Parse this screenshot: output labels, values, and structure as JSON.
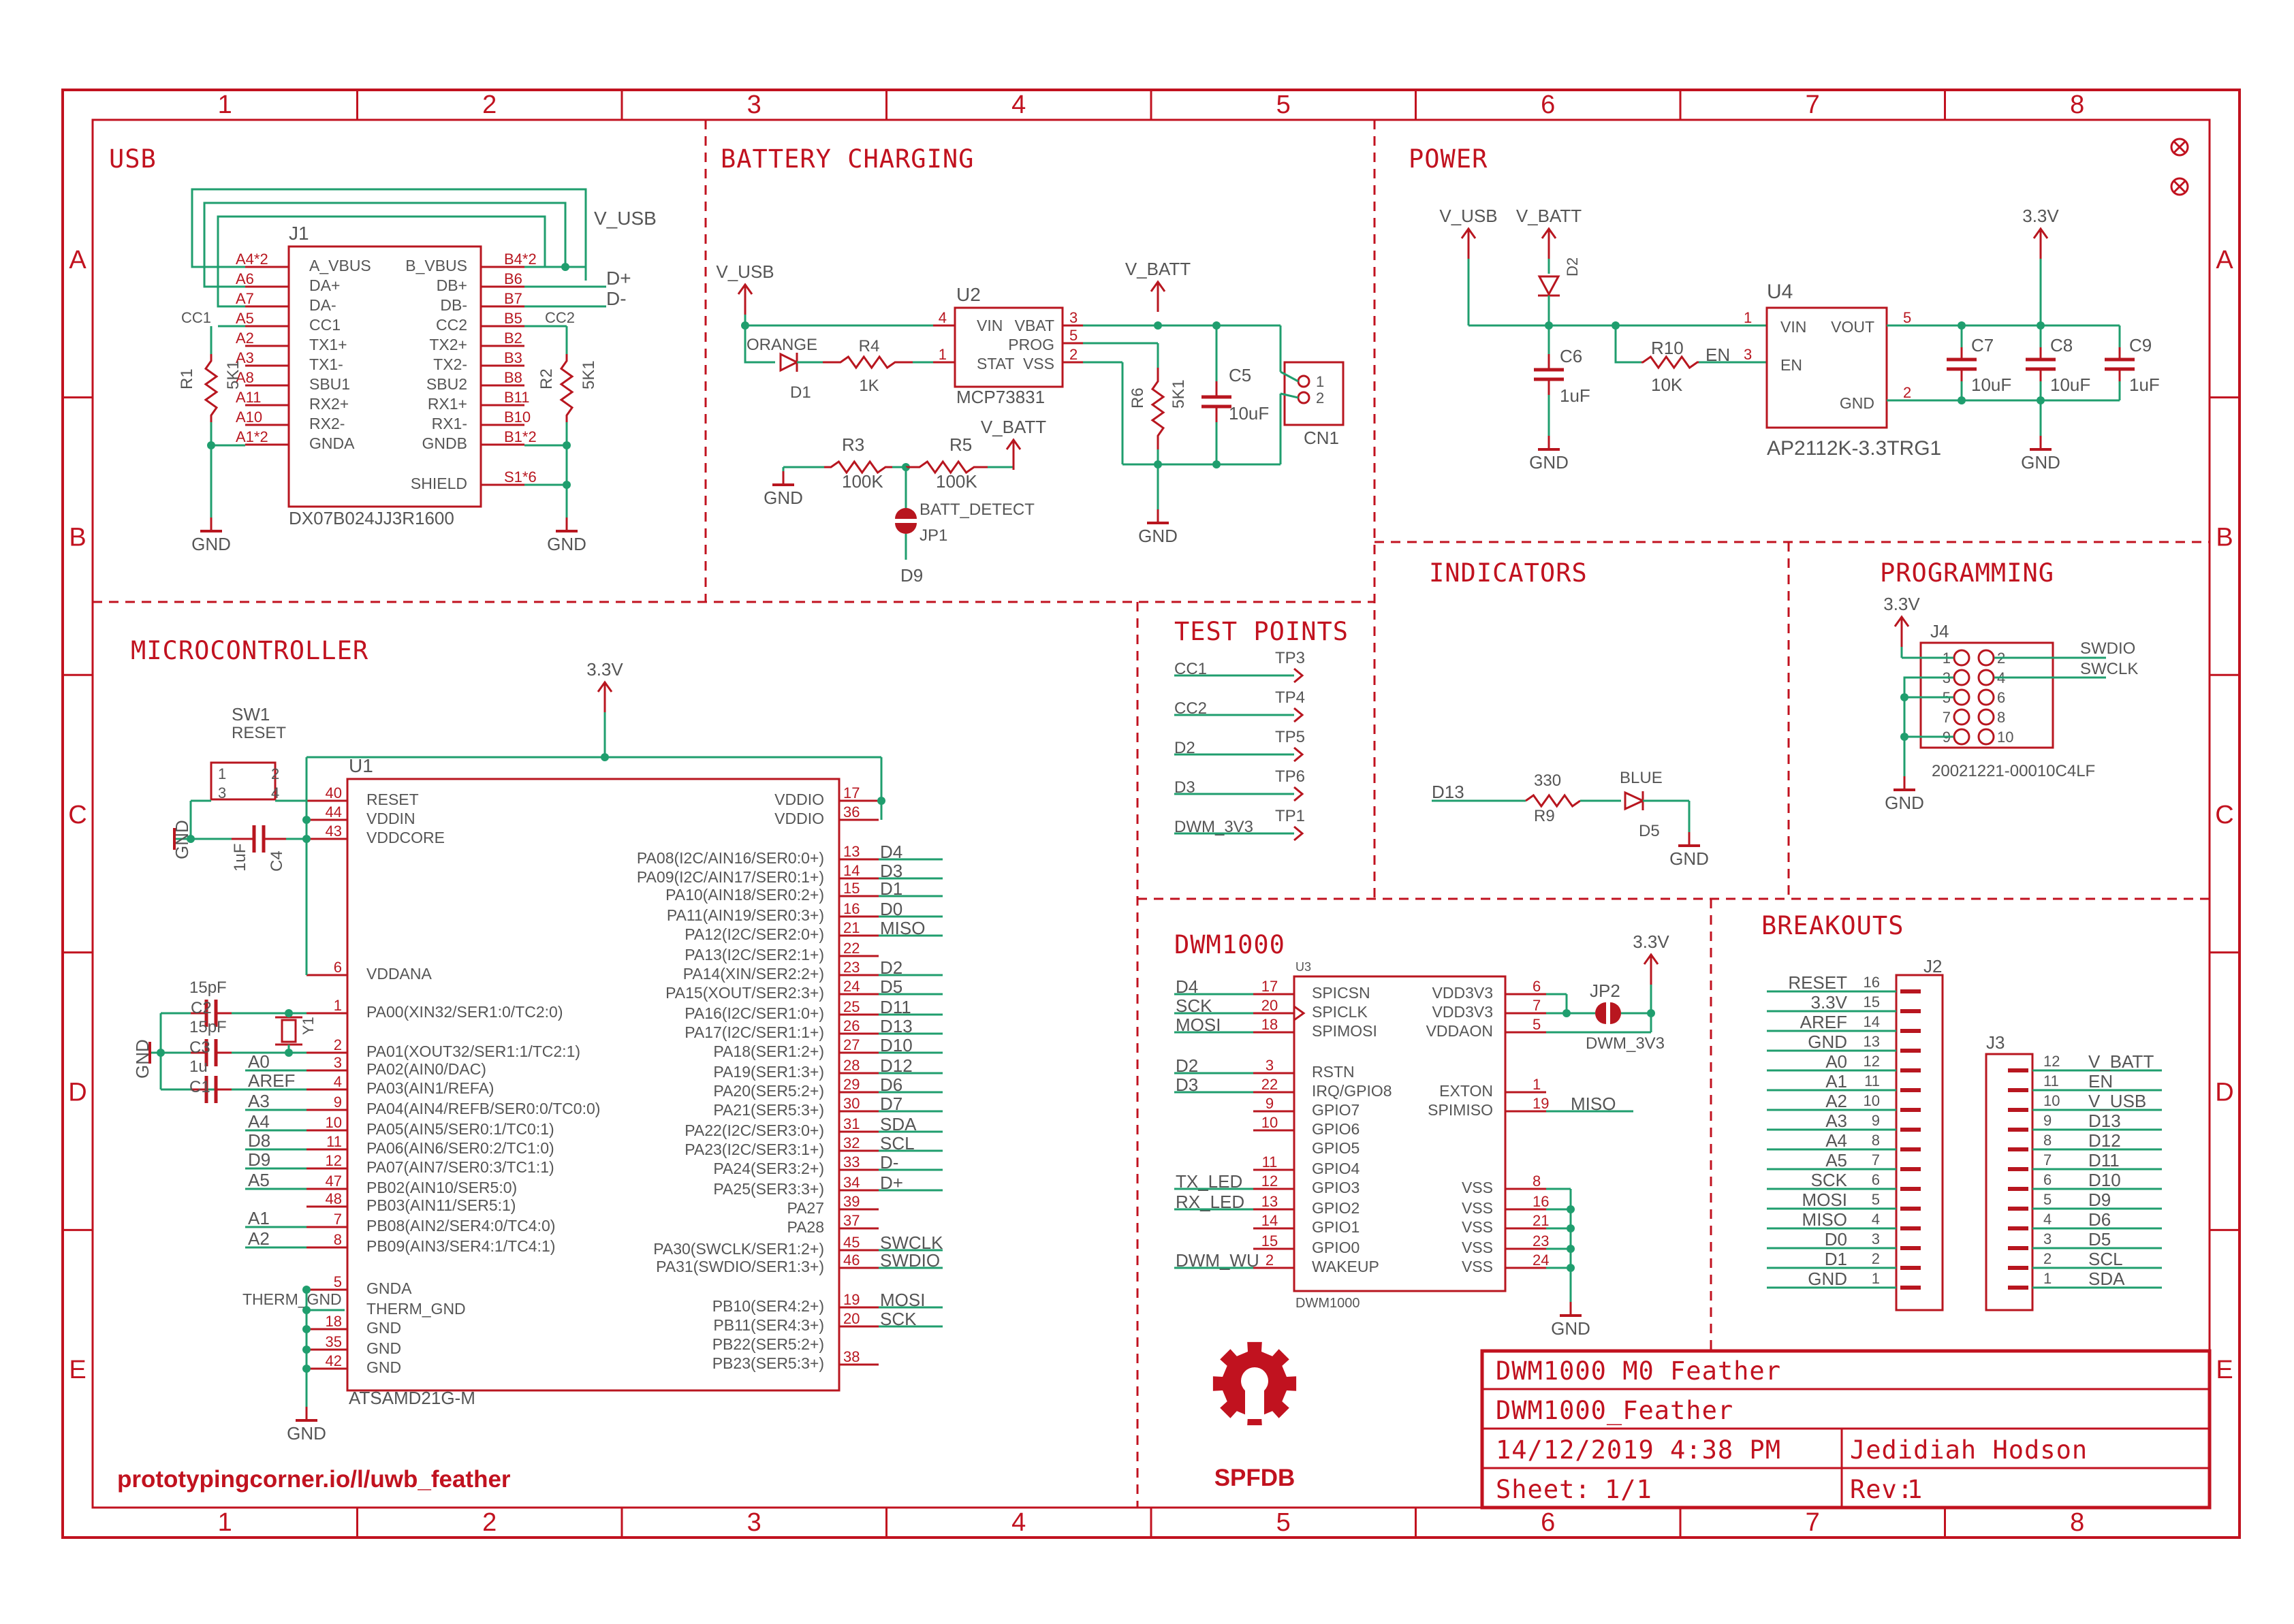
{
  "frame": {
    "columns": [
      "1",
      "2",
      "3",
      "4",
      "5",
      "6",
      "7",
      "8"
    ],
    "rows": [
      "A",
      "B",
      "C",
      "D",
      "E"
    ]
  },
  "sections": {
    "usb": "USB",
    "battery": "BATTERY CHARGING",
    "power": "POWER",
    "micro": "MICROCONTROLLER",
    "test_points": "TEST POINTS",
    "indicators": "INDICATORS",
    "programming": "PROGRAMMING",
    "dwm": "DWM1000",
    "breakouts": "BREAKOUTS"
  },
  "usb": {
    "ref": "J1",
    "part": "DX07B024JJ3R1600",
    "left_pins": [
      "A4*2",
      "A6",
      "A7",
      "A5",
      "A2",
      "A3",
      "A8",
      "A11",
      "A10",
      "A1*2"
    ],
    "left_inner": [
      "A_VBUS",
      "DA+",
      "DA-",
      "CC1",
      "TX1+",
      "TX1-",
      "SBU1",
      "RX2+",
      "RX2-",
      "GNDA"
    ],
    "right_inner": [
      "B_VBUS",
      "DB+",
      "DB-",
      "CC2",
      "TX2+",
      "TX2-",
      "SBU2",
      "RX1+",
      "RX1-",
      "GNDB",
      "SHIELD"
    ],
    "right_pins": [
      "B4*2",
      "B6",
      "B7",
      "B5",
      "B2",
      "B3",
      "B8",
      "B11",
      "B10",
      "B1*2",
      "S1*6"
    ],
    "nets": {
      "vusb": "V_USB",
      "dp": "D+",
      "dm": "D-",
      "cc1": "CC1",
      "cc2": "CC2",
      "gnd": "GND"
    },
    "r1": {
      "ref": "R1",
      "val": "5K1"
    },
    "r2": {
      "ref": "R2",
      "val": "5K1"
    }
  },
  "battery": {
    "u2_ref": "U2",
    "u2_part": "MCP73831",
    "u2_pins": {
      "vin": "VIN",
      "vbat": "VBAT",
      "prog": "PROG",
      "stat": "STAT",
      "vss": "VSS"
    },
    "u2_pin_numbers": {
      "vin": "4",
      "vbat": "3",
      "prog": "5",
      "stat": "1",
      "vss": "2"
    },
    "d1": {
      "ref": "D1",
      "color": "ORANGE"
    },
    "r4": {
      "ref": "R4",
      "val": "1K"
    },
    "r3": {
      "ref": "R3",
      "val": "100K"
    },
    "r5": {
      "ref": "R5",
      "val": "100K"
    },
    "r6": {
      "ref": "R6",
      "val": "5K1"
    },
    "c5": {
      "ref": "C5",
      "val": "10uF"
    },
    "cn1": {
      "ref": "CN1",
      "pins": [
        "1",
        "2"
      ]
    },
    "jp1": {
      "ref": "JP1",
      "label": "BATT_DETECT"
    },
    "d9": "D9",
    "nets": {
      "vusb": "V_USB",
      "vbatt": "V_BATT",
      "vbatt2": "V_BATT",
      "gnd1": "GND",
      "gnd2": "GND"
    }
  },
  "power": {
    "u4_ref": "U4",
    "u4_part": "AP2112K-3.3TRG1",
    "u4_pins": {
      "vin": "VIN",
      "vout": "VOUT",
      "en": "EN",
      "gnd": "GND"
    },
    "u4_pin_numbers": {
      "vin": "1",
      "vout": "5",
      "en": "3",
      "gnd": "2"
    },
    "d2": "D2",
    "c6": {
      "ref": "C6",
      "val": "1uF"
    },
    "r10": {
      "ref": "R10",
      "val": "10K"
    },
    "c7": {
      "ref": "C7",
      "val": "10uF"
    },
    "c8": {
      "ref": "C8",
      "val": "10uF"
    },
    "c9": {
      "ref": "C9",
      "val": "1uF"
    },
    "nets": {
      "vusb": "V_USB",
      "vbatt": "V_BATT",
      "en": "EN",
      "v33": "3.3V",
      "gnd1": "GND",
      "gnd2": "GND"
    }
  },
  "indicators": {
    "r9": {
      "ref": "R9",
      "val": "330"
    },
    "d5": {
      "ref": "D5",
      "color": "BLUE"
    },
    "net_in": "D13",
    "gnd": "GND"
  },
  "programming": {
    "ref": "J4",
    "part": "20021221-00010C4LF",
    "v33": "3.3V",
    "pins": [
      "1",
      "2",
      "3",
      "4",
      "5",
      "6",
      "7",
      "8",
      "9",
      "10"
    ],
    "nets": {
      "swdio": "SWDIO",
      "swclk": "SWCLK",
      "gnd": "GND"
    }
  },
  "test_points": [
    {
      "net": "CC1",
      "ref": "TP3"
    },
    {
      "net": "CC2",
      "ref": "TP4"
    },
    {
      "net": "D2",
      "ref": "TP5"
    },
    {
      "net": "D3",
      "ref": "TP6"
    },
    {
      "net": "DWM_3V3",
      "ref": "TP1"
    }
  ],
  "micro": {
    "ref": "U1",
    "part": "ATSAMD21G-M",
    "v33": "3.3V",
    "gnd": "GND",
    "sw1": {
      "ref": "SW1",
      "label": "RESET",
      "pins": [
        "1",
        "2",
        "3",
        "4"
      ]
    },
    "c4": {
      "ref": "C4",
      "val": "1uF"
    },
    "c2": {
      "ref": "C2",
      "val": "15pF"
    },
    "c3": {
      "ref": "C3",
      "val": "15pF"
    },
    "c1": {
      "ref": "C1",
      "val": "1u"
    },
    "y1": "Y1",
    "therm": "THERM_GND",
    "left": [
      {
        "n": "40",
        "name": "RESET",
        "net": ""
      },
      {
        "n": "44",
        "name": "VDDIN",
        "net": ""
      },
      {
        "n": "43",
        "name": "VDDCORE",
        "net": ""
      },
      {
        "n": "6",
        "name": "VDDANA",
        "net": ""
      },
      {
        "n": "1",
        "name": "PA00(XIN32/SER1:0/TC2:0)",
        "net": ""
      },
      {
        "n": "2",
        "name": "PA01(XOUT32/SER1:1/TC2:1)",
        "net": ""
      },
      {
        "n": "3",
        "name": "PA02(AIN0/DAC)",
        "net": "A0"
      },
      {
        "n": "4",
        "name": "PA03(AIN1/REFA)",
        "net": "AREF"
      },
      {
        "n": "9",
        "name": "PA04(AIN4/REFB/SER0:0/TC0:0)",
        "net": "A3"
      },
      {
        "n": "10",
        "name": "PA05(AIN5/SER0:1/TC0:1)",
        "net": "A4"
      },
      {
        "n": "11",
        "name": "PA06(AIN6/SER0:2/TC1:0)",
        "net": "D8"
      },
      {
        "n": "12",
        "name": "PA07(AIN7/SER0:3/TC1:1)",
        "net": "D9"
      },
      {
        "n": "47",
        "name": "PB02(AIN10/SER5:0)",
        "net": "A5"
      },
      {
        "n": "48",
        "name": "PB03(AIN11/SER5:1)",
        "net": ""
      },
      {
        "n": "7",
        "name": "PB08(AIN2/SER4:0/TC4:0)",
        "net": "A1"
      },
      {
        "n": "8",
        "name": "PB09(AIN3/SER4:1/TC4:1)",
        "net": "A2"
      },
      {
        "n": "5",
        "name": "GNDA",
        "net": ""
      },
      {
        "n": "",
        "name": "THERM_GND",
        "net": ""
      },
      {
        "n": "18",
        "name": "GND",
        "net": ""
      },
      {
        "n": "35",
        "name": "GND",
        "net": ""
      },
      {
        "n": "42",
        "name": "GND",
        "net": ""
      }
    ],
    "right": [
      {
        "n": "17",
        "name": "VDDIO",
        "net": ""
      },
      {
        "n": "36",
        "name": "VDDIO",
        "net": ""
      },
      {
        "n": "13",
        "name": "PA08(I2C/AIN16/SER0:0+)",
        "net": "D4"
      },
      {
        "n": "14",
        "name": "PA09(I2C/AIN17/SER0:1+)",
        "net": "D3"
      },
      {
        "n": "15",
        "name": "PA10(AIN18/SER0:2+)",
        "net": "D1"
      },
      {
        "n": "16",
        "name": "PA11(AIN19/SER0:3+)",
        "net": "D0"
      },
      {
        "n": "21",
        "name": "PA12(I2C/SER2:0+)",
        "net": "MISO"
      },
      {
        "n": "22",
        "name": "PA13(I2C/SER2:1+)",
        "net": ""
      },
      {
        "n": "23",
        "name": "PA14(XIN/SER2:2+)",
        "net": "D2"
      },
      {
        "n": "24",
        "name": "PA15(XOUT/SER2:3+)",
        "net": "D5"
      },
      {
        "n": "25",
        "name": "PA16(I2C/SER1:0+)",
        "net": "D11"
      },
      {
        "n": "26",
        "name": "PA17(I2C/SER1:1+)",
        "net": "D13"
      },
      {
        "n": "27",
        "name": "PA18(SER1:2+)",
        "net": "D10"
      },
      {
        "n": "28",
        "name": "PA19(SER1:3+)",
        "net": "D12"
      },
      {
        "n": "29",
        "name": "PA20(SER5:2+)",
        "net": "D6"
      },
      {
        "n": "30",
        "name": "PA21(SER5:3+)",
        "net": "D7"
      },
      {
        "n": "31",
        "name": "PA22(I2C/SER3:0+)",
        "net": "SDA"
      },
      {
        "n": "32",
        "name": "PA23(I2C/SER3:1+)",
        "net": "SCL"
      },
      {
        "n": "33",
        "name": "PA24(SER3:2+)",
        "net": "D-"
      },
      {
        "n": "34",
        "name": "PA25(SER3:3+)",
        "net": "D+"
      },
      {
        "n": "39",
        "name": "PA27",
        "net": ""
      },
      {
        "n": "37",
        "name": "PA28",
        "net": ""
      },
      {
        "n": "45",
        "name": "PA30(SWCLK/SER1:2+)",
        "net": "SWCLK"
      },
      {
        "n": "46",
        "name": "PA31(SWDIO/SER1:3+)",
        "net": "SWDIO"
      },
      {
        "n": "19",
        "name": "PB10(SER4:2+)",
        "net": "MOSI"
      },
      {
        "n": "20",
        "name": "PB11(SER4:3+)",
        "net": "SCK"
      },
      {
        "n": "",
        "name": "PB22(SER5:2+)",
        "net": ""
      },
      {
        "n": "38",
        "name": "PB23(SER5:3+)",
        "net": ""
      }
    ]
  },
  "dwm": {
    "ref": "U3",
    "part": "DWM1000",
    "v33": "3.3V",
    "gnd": "GND",
    "jp2": {
      "ref": "JP2",
      "label": "DWM_3V3"
    },
    "left": [
      {
        "n": "17",
        "name": "SPICSN",
        "net": "D4"
      },
      {
        "n": "20",
        "name": "SPICLK",
        "net": "SCK"
      },
      {
        "n": "18",
        "name": "SPIMOSI",
        "net": "MOSI"
      },
      {
        "n": "",
        "name": "",
        "net": ""
      },
      {
        "n": "3",
        "name": "RSTN",
        "net": "D2"
      },
      {
        "n": "22",
        "name": "IRQ/GPIO8",
        "net": "D3"
      },
      {
        "n": "9",
        "name": "GPIO7",
        "net": ""
      },
      {
        "n": "10",
        "name": "GPIO6",
        "net": ""
      },
      {
        "n": "",
        "name": "GPIO5",
        "net": ""
      },
      {
        "n": "11",
        "name": "GPIO4",
        "net": ""
      },
      {
        "n": "12",
        "name": "GPIO3",
        "net": "TX_LED"
      },
      {
        "n": "13",
        "name": "GPIO2",
        "net": "RX_LED"
      },
      {
        "n": "14",
        "name": "GPIO1",
        "net": ""
      },
      {
        "n": "15",
        "name": "GPIO0",
        "net": ""
      },
      {
        "n": "2",
        "name": "WAKEUP",
        "net": "DWM_WU"
      }
    ],
    "right": [
      {
        "n": "6",
        "name": "VDD3V3",
        "net": ""
      },
      {
        "n": "7",
        "name": "VDD3V3",
        "net": ""
      },
      {
        "n": "5",
        "name": "VDDAON",
        "net": ""
      },
      {
        "n": "",
        "name": "",
        "net": ""
      },
      {
        "n": "",
        "name": "",
        "net": ""
      },
      {
        "n": "1",
        "name": "EXTON",
        "net": ""
      },
      {
        "n": "19",
        "name": "SPIMISO",
        "net": "MISO"
      },
      {
        "n": "",
        "name": "",
        "net": ""
      },
      {
        "n": "",
        "name": "",
        "net": ""
      },
      {
        "n": "8",
        "name": "VSS",
        "net": ""
      },
      {
        "n": "16",
        "name": "VSS",
        "net": ""
      },
      {
        "n": "21",
        "name": "VSS",
        "net": ""
      },
      {
        "n": "23",
        "name": "VSS",
        "net": ""
      },
      {
        "n": "24",
        "name": "VSS",
        "net": ""
      }
    ]
  },
  "breakouts": {
    "j2": {
      "ref": "J2",
      "pins": [
        {
          "n": "16",
          "net": "RESET"
        },
        {
          "n": "15",
          "net": "3.3V"
        },
        {
          "n": "14",
          "net": "AREF"
        },
        {
          "n": "13",
          "net": "GND"
        },
        {
          "n": "12",
          "net": "A0"
        },
        {
          "n": "11",
          "net": "A1"
        },
        {
          "n": "10",
          "net": "A2"
        },
        {
          "n": "9",
          "net": "A3"
        },
        {
          "n": "8",
          "net": "A4"
        },
        {
          "n": "7",
          "net": "A5"
        },
        {
          "n": "6",
          "net": "SCK"
        },
        {
          "n": "5",
          "net": "MOSI"
        },
        {
          "n": "4",
          "net": "MISO"
        },
        {
          "n": "3",
          "net": "D0"
        },
        {
          "n": "2",
          "net": "D1"
        },
        {
          "n": "1",
          "net": "GND"
        }
      ]
    },
    "j3": {
      "ref": "J3",
      "pins": [
        {
          "n": "12",
          "net": "V_BATT"
        },
        {
          "n": "11",
          "net": "EN"
        },
        {
          "n": "10",
          "net": "V_USB"
        },
        {
          "n": "9",
          "net": "D13"
        },
        {
          "n": "8",
          "net": "D12"
        },
        {
          "n": "7",
          "net": "D11"
        },
        {
          "n": "6",
          "net": "D10"
        },
        {
          "n": "5",
          "net": "D9"
        },
        {
          "n": "4",
          "net": "D6"
        },
        {
          "n": "3",
          "net": "D5"
        },
        {
          "n": "2",
          "net": "SCL"
        },
        {
          "n": "1",
          "net": "SDA"
        }
      ]
    }
  },
  "logo_text": "SPFDB",
  "url": "prototypingcorner.io/l/uwb_feather",
  "title_block": {
    "project": "DWM1000 M0 Feather",
    "file": "DWM1000_Feather",
    "date": "14/12/2019 4:38 PM",
    "author": "Jedidiah Hodson",
    "sheet_label": "Sheet:",
    "sheet": "1/1",
    "rev_label": "Rev:",
    "rev": "1"
  },
  "colors": {
    "frame": "#c1121f",
    "wire": "#1f9e6e",
    "body": "#b8161f",
    "text": "#555555"
  }
}
